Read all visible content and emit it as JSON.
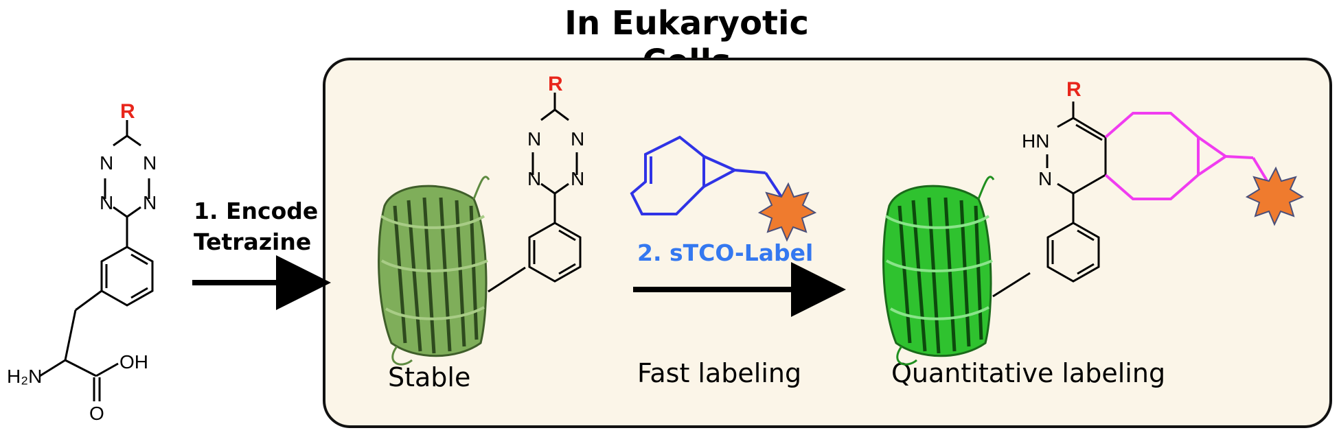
{
  "title": "In Eukaryotic Cells",
  "step1": {
    "line1": "1. Encode",
    "line2": "Tetrazine"
  },
  "step2": "2. sTCO-Label",
  "captions": {
    "stable": "Stable",
    "fast": "Fast labeling",
    "quant": "Quantitative labeling"
  },
  "atoms": {
    "r": "R",
    "n": "N",
    "hn": "HN",
    "h2n": "H₂N",
    "oh": "OH",
    "o": "O"
  },
  "colors": {
    "panel_bg": "#fbf5e8",
    "r_group": "#e8261b",
    "stco": "#2f33e6",
    "step2_text": "#3478f0",
    "cyclooctene": "#f03cf0",
    "label_star": "#ef7b2e",
    "protein_before": "#7fae5a",
    "protein_after": "#2fc22f"
  },
  "icons": [
    "gfp-protein-icon",
    "fluorophore-star-icon"
  ]
}
